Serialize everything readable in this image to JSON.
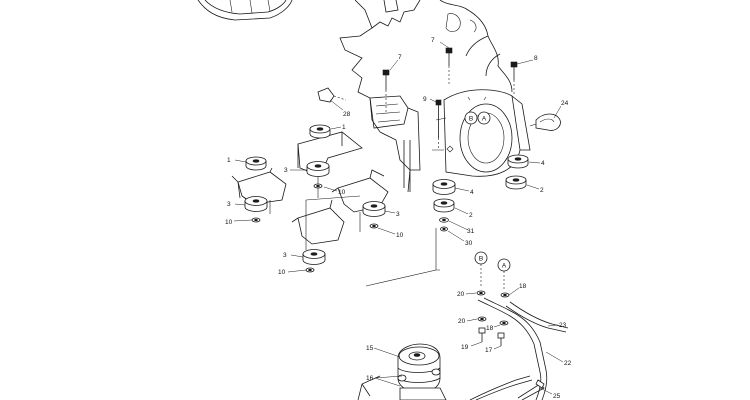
{
  "callouts": {
    "c1a": "1",
    "c1b": "1",
    "c2a": "2",
    "c2b": "2",
    "c3a": "3",
    "c3b": "3",
    "c3c": "3",
    "c3d": "3",
    "c4a": "4",
    "c4b": "4",
    "c7a": "7",
    "c7b": "7",
    "c8": "8",
    "c9": "9",
    "c10a": "10",
    "c10b": "10",
    "c10c": "10",
    "c10d": "10",
    "c15": "15",
    "c16": "16",
    "c17": "17",
    "c18a": "18",
    "c18b": "18",
    "c19": "19",
    "c20a": "20",
    "c20b": "20",
    "c22": "22",
    "c23": "23",
    "c24": "24",
    "c25": "25",
    "c28": "28",
    "c30": "30",
    "c31": "31"
  },
  "reference_marks": {
    "a1": "A",
    "b1": "B",
    "a2": "A",
    "b2": "B"
  }
}
